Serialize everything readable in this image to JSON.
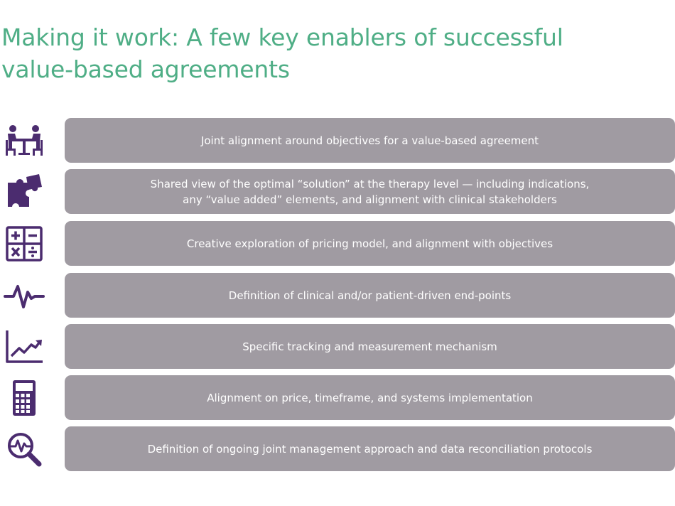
{
  "title": {
    "line1": "Making it work: A few key enablers of successful",
    "line2": "value-based agreements"
  },
  "accent_color": "#4fae86",
  "icon_color": "#4b2c6f",
  "bar_color": "#a09ba2",
  "enablers": [
    {
      "icon": "meeting-table-icon",
      "lines": [
        "Joint alignment around objectives for a value-based agreement"
      ]
    },
    {
      "icon": "puzzle-pieces-icon",
      "lines": [
        "Shared view of the optimal “solution” at the therapy level — including indications,",
        "any “value added” elements, and alignment with clinical stakeholders"
      ]
    },
    {
      "icon": "math-operators-icon",
      "lines": [
        "Creative exploration of pricing model, and alignment with objectives"
      ]
    },
    {
      "icon": "pulse-line-icon",
      "lines": [
        "Definition of clinical and/or patient-driven end-points"
      ]
    },
    {
      "icon": "line-chart-icon",
      "lines": [
        "Specific tracking and measurement mechanism"
      ]
    },
    {
      "icon": "calculator-icon",
      "lines": [
        "Alignment on price, timeframe, and systems implementation"
      ]
    },
    {
      "icon": "magnifier-pulse-icon",
      "lines": [
        "Definition of ongoing joint management approach and data reconciliation protocols"
      ]
    }
  ]
}
